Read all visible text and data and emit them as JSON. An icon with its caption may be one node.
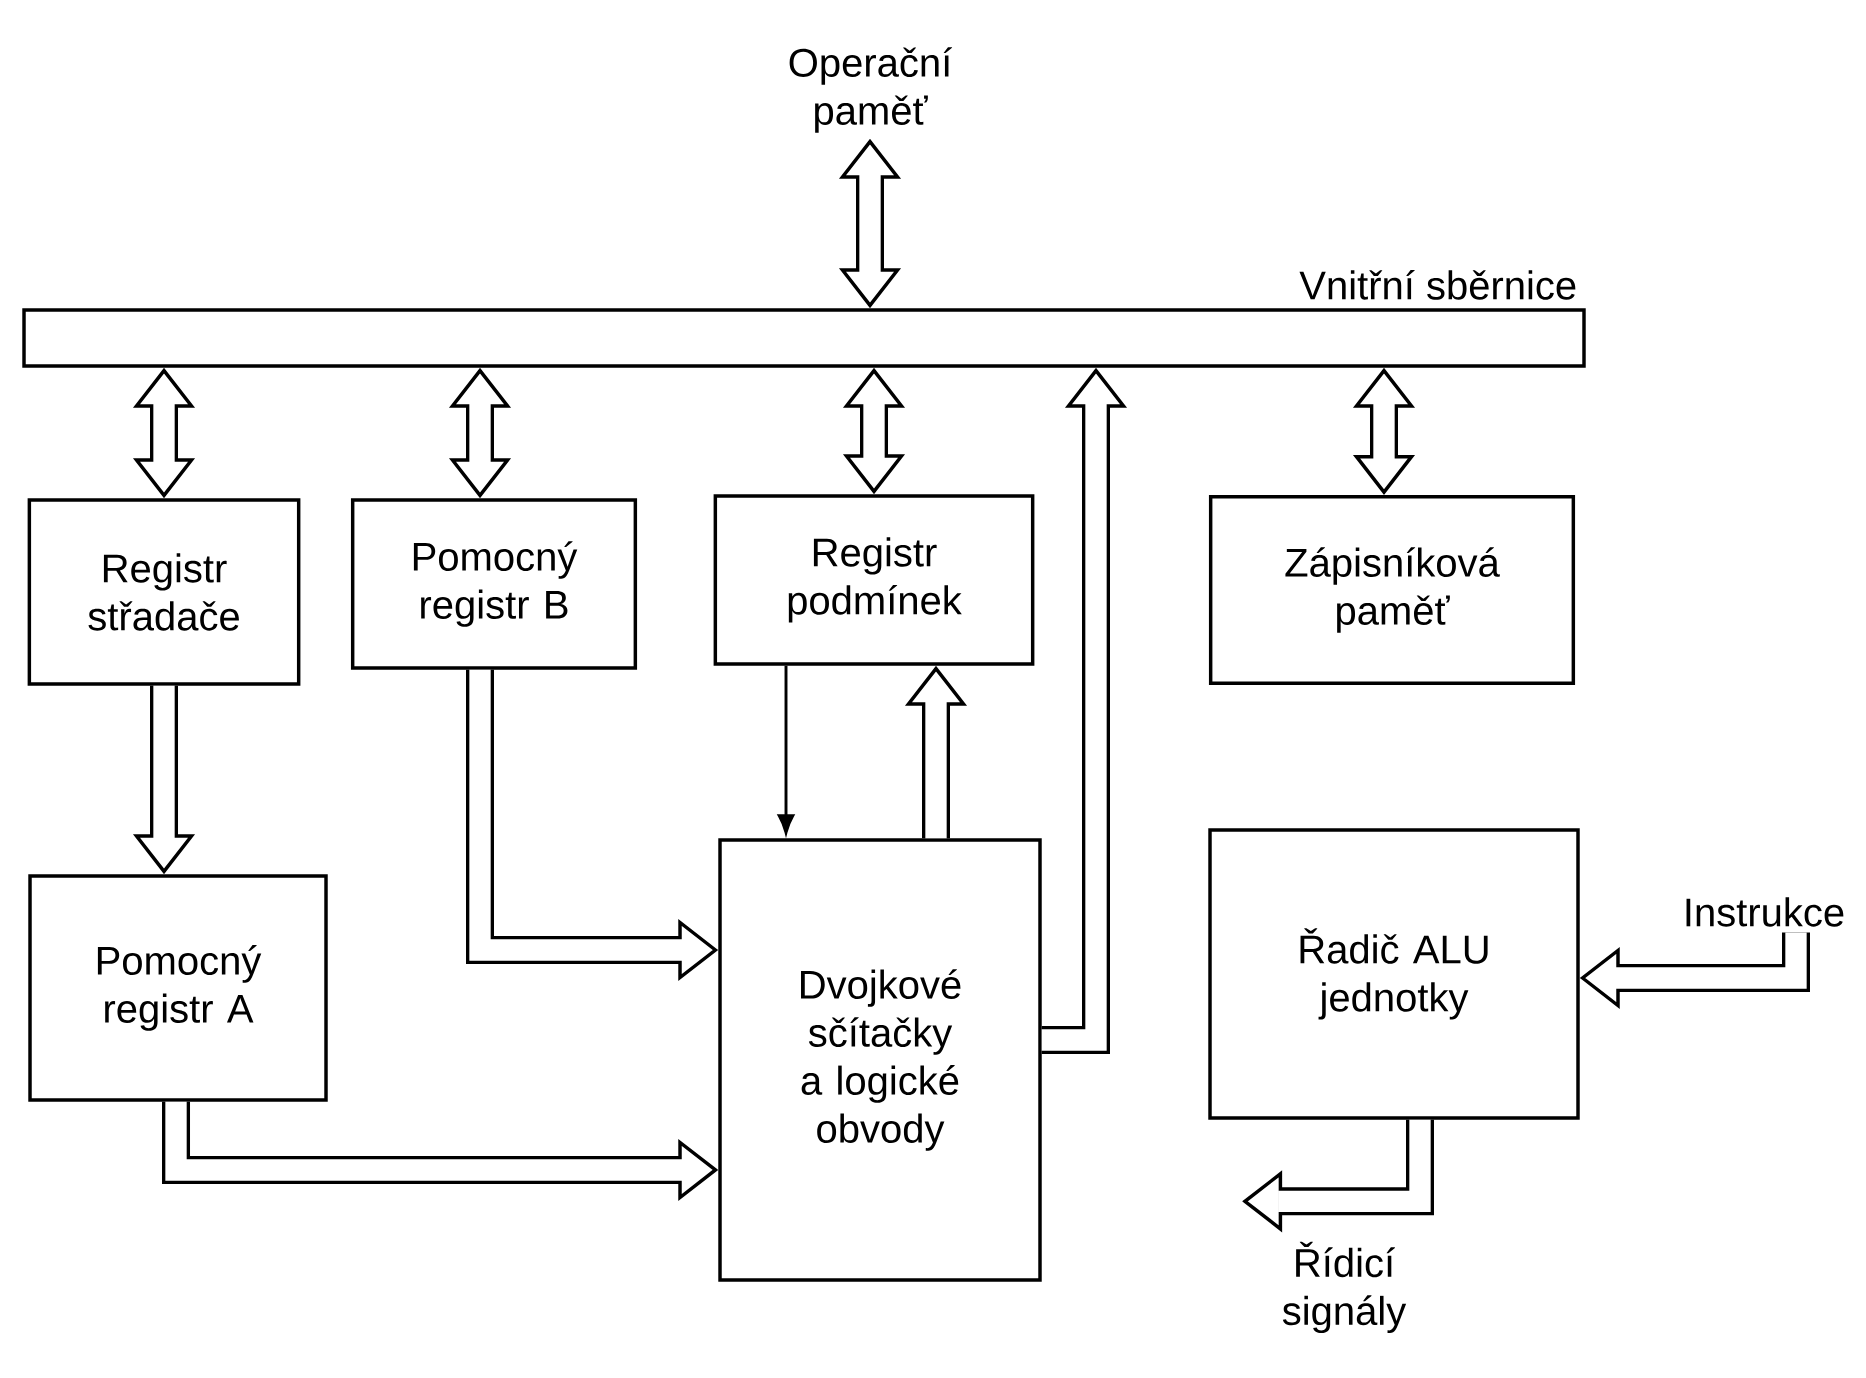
{
  "diagram": {
    "nodes": [
      {
        "text": [
          "Vnitřní sběrnice"
        ]
      },
      {
        "text": [
          "Operační paměť"
        ]
      },
      {
        "text": [
          "Registr střadače"
        ]
      },
      {
        "text": [
          "Pomocný registr B"
        ]
      },
      {
        "text": [
          "Registr podmínek"
        ]
      },
      {
        "text": [
          "Zápisníková paměť"
        ]
      },
      {
        "text": [
          "Pomocný registr A"
        ]
      },
      {
        "text": [
          "Dvojkové sčítačky a logické obvody"
        ]
      },
      {
        "text": [
          "Řadič ALU jednotky"
        ]
      },
      {
        "text": [
          "Instrukce"
        ]
      },
      {
        "text": [
          "Řídicí signály"
        ]
      }
    ],
    "edges": [
      {
        "from": 1,
        "to": 0,
        "arrow": "both"
      },
      {
        "from": 0,
        "to": 2,
        "arrow": "both"
      },
      {
        "from": 0,
        "to": 3,
        "arrow": "both"
      },
      {
        "from": 0,
        "to": 4,
        "arrow": "both"
      },
      {
        "from": 0,
        "to": 5,
        "arrow": "both"
      },
      {
        "from": 7,
        "to": 0,
        "arrow": "to"
      },
      {
        "from": 2,
        "to": 6,
        "arrow": "to"
      },
      {
        "from": 3,
        "to": 7,
        "arrow": "to"
      },
      {
        "from": 4,
        "to": 7,
        "arrow": "to",
        "color": "#000000"
      },
      {
        "from": 7,
        "to": 4,
        "arrow": "to"
      },
      {
        "from": 6,
        "to": 7,
        "arrow": "to"
      },
      {
        "from": 9,
        "to": 8,
        "arrow": "to"
      },
      {
        "from": 8,
        "to": 10,
        "arrow": "to"
      }
    ]
  }
}
